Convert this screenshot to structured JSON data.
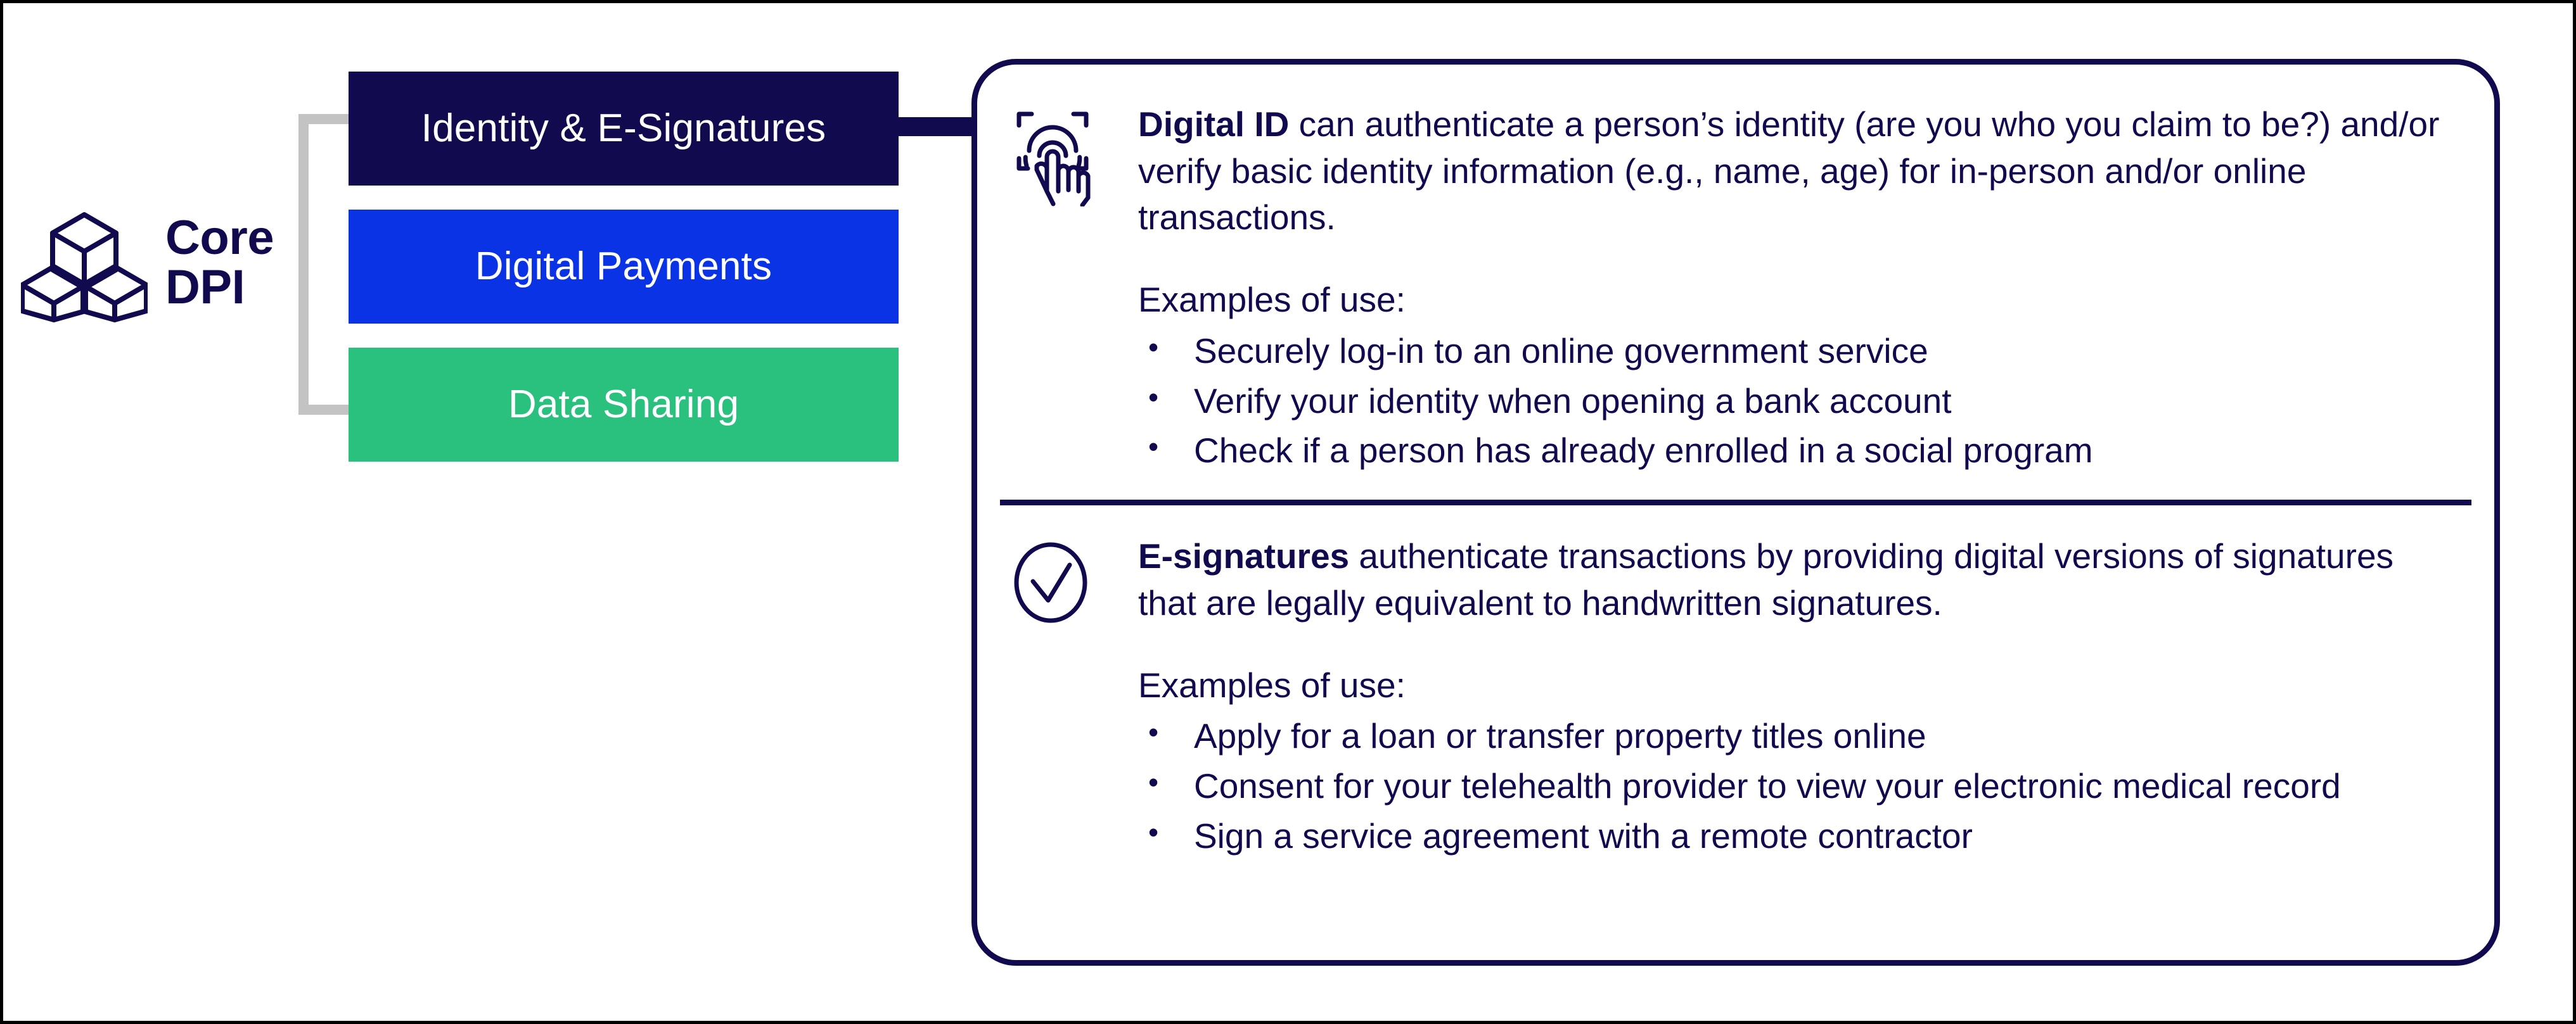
{
  "colors": {
    "navy": "#120A4F",
    "blue": "#0A33E6",
    "green": "#2AC17F",
    "gray_connector": "#C3C3C3",
    "white": "#FFFFFF",
    "frame": "#000000"
  },
  "core": {
    "icon": "stacked-cubes-icon",
    "label": "Core\nDPI"
  },
  "pillars": [
    {
      "id": "identity-and-e-signatures",
      "label": "Identity & E-Signatures",
      "color": "#120A4F",
      "selected": true
    },
    {
      "id": "digital-payments",
      "label": "Digital Payments",
      "color": "#0A33E6",
      "selected": false
    },
    {
      "id": "data-sharing",
      "label": "Data Sharing",
      "color": "#2AC17F",
      "selected": false
    }
  ],
  "card": {
    "sections": [
      {
        "id": "digital-id",
        "icon": "fingerprint-touch-scan-icon",
        "term": "Digital ID",
        "description": " can authenticate a person’s identity (are you who you claim to be?) and/or verify basic identity information (e.g., name, age) for in-person and/or online transactions.",
        "examples_heading": "Examples of use:",
        "examples": [
          "Securely log-in to an online government service",
          "Verify your identity when opening a bank account",
          "Check if a person has already enrolled in a social program"
        ]
      },
      {
        "id": "e-signatures",
        "icon": "check-circle-icon",
        "term": "E-signatures",
        "description": " authenticate transactions by providing digital versions of signatures that are legally equivalent to handwritten signatures.",
        "examples_heading": "Examples of use:",
        "examples": [
          "Apply for a loan or transfer property titles online",
          "Consent for your telehealth provider to view your electronic medical record",
          "Sign a service agreement with a remote contractor"
        ]
      }
    ]
  }
}
